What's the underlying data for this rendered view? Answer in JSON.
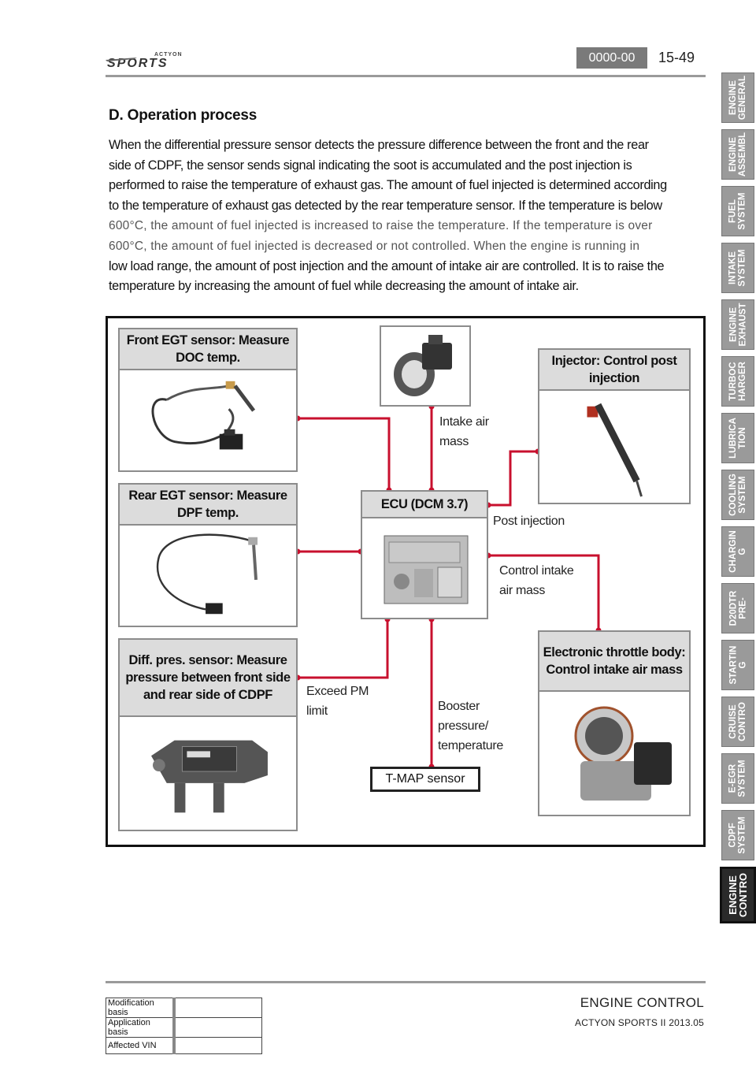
{
  "header": {
    "logo_text": "ACTYON SPORTS",
    "page_code": "0000-00",
    "page_number": "15-49"
  },
  "section": {
    "title": "D. Operation process",
    "paragraph_lines": [
      "When the differential pressure sensor detects the pressure difference between the front and the rear",
      "side of CDPF, the sensor sends signal indicating the soot is accumulated and the post injection is",
      "performed to raise the temperature of exhaust gas. The amount of fuel injected is determined according",
      "to the temperature of exhaust gas detected by the rear temperature sensor. If the temperature is below",
      "600°C, the amount of fuel injected is increased to raise the temperature. If the temperature is over",
      "600°C, the amount of fuel injected is decreased or not controlled. When the engine is running in",
      "low load range, the amount of post injection and the amount of intake air are controlled. It is to raise the",
      "temperature by increasing the amount of fuel while decreasing the amount of intake air."
    ]
  },
  "diagram": {
    "front_egt": "Front EGT sensor: Measure DOC temp.",
    "rear_egt": "Rear EGT sensor: Measure DPF temp.",
    "diff_pres": "Diff. pres. sensor: Measure pressure between front side and rear side of CDPF",
    "ecu": "ECU (DCM 3.7)",
    "injector": "Injector: Control post injection",
    "throttle": "Electronic throttle body: Control intake air mass",
    "tmap": "T-MAP sensor",
    "labels": {
      "intake_air": "Intake air mass",
      "post_injection": "Post injection",
      "control_intake": "Control intake air mass",
      "exceed_pm": "Exceed  PM limit",
      "booster": "Booster pressure/ temperature"
    },
    "wire_color": "#c8102e"
  },
  "side_tabs": [
    "ENGINE\nGENERAL",
    "ENGINE\nASSEMBL",
    "FUEL\nSYSTEM",
    "INTAKE\nSYSTEM",
    "ENGINE\nEXHAUST",
    "TURBOC\nHARGER",
    "LUBRICA\nTION",
    "COOLING\nSYSTEM",
    "CHARGIN\nG",
    "D20DTR\nPRE-",
    "STARTIN\nG",
    "CRUISE\nCONTRO",
    "E-EGR\nSYSTEM",
    "CDPF\nSYSTEM",
    "ENGINE\nCONTRO"
  ],
  "active_tab_index": 14,
  "footer": {
    "title": "ENGINE CONTROL",
    "subtitle": "ACTYON SPORTS II 2013.05",
    "table": [
      {
        "label": "Modification basis",
        "value": ""
      },
      {
        "label": "Application basis",
        "value": ""
      },
      {
        "label": "Affected VIN",
        "value": ""
      }
    ]
  }
}
